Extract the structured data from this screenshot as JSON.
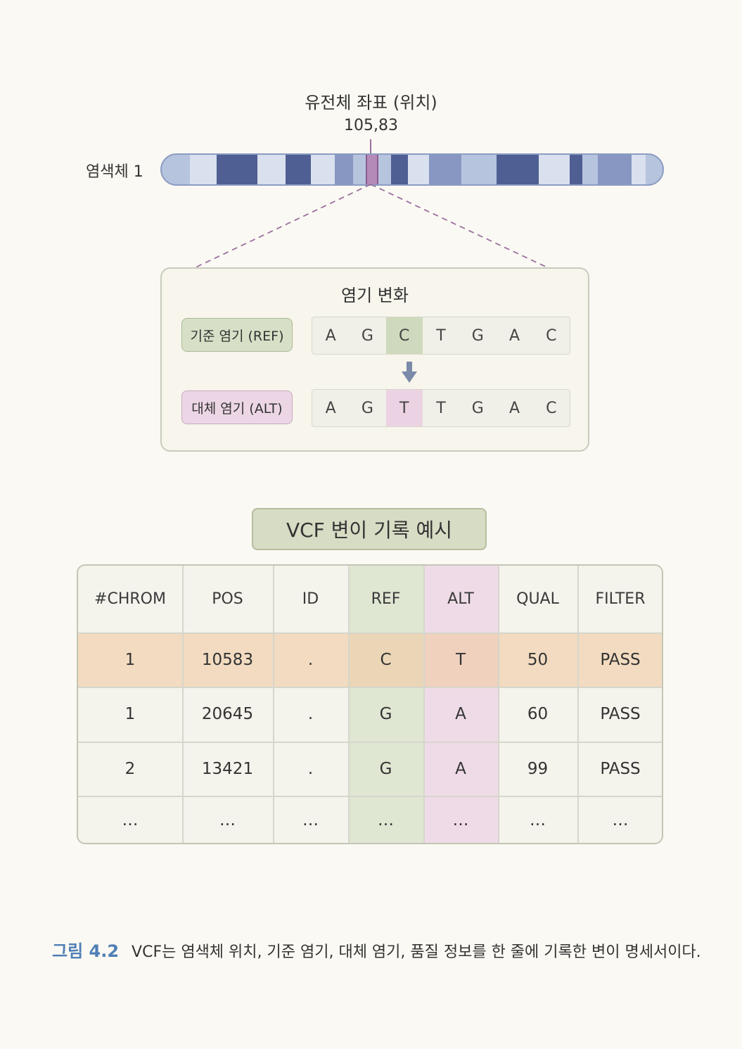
{
  "coordinate": {
    "title": "유전체 좌표 (위치)",
    "value": "105,83"
  },
  "chromosome": {
    "label": "염색체 1"
  },
  "variant": {
    "title": "염기 변화",
    "ref_label": "기준 염기 (REF)",
    "alt_label": "대체 염기 (ALT)",
    "ref_bases": [
      "A",
      "G",
      "C",
      "T",
      "G",
      "A",
      "C"
    ],
    "alt_bases": [
      "A",
      "G",
      "T",
      "T",
      "G",
      "A",
      "C"
    ],
    "changed_index": 2,
    "colors": {
      "ref": "#d7e0c7",
      "alt": "#ecd6e5",
      "chromosome_highlight": "#b48ab8"
    }
  },
  "table": {
    "title": "VCF 변이 기록 예시",
    "headers": [
      "#CHROM",
      "POS",
      "ID",
      "REF",
      "ALT",
      "QUAL",
      "FILTER"
    ],
    "rows": [
      [
        "1",
        "10583",
        ".",
        "C",
        "T",
        "50",
        "PASS"
      ],
      [
        "1",
        "20645",
        ".",
        "G",
        "A",
        "60",
        "PASS"
      ],
      [
        "2",
        "13421",
        ".",
        "G",
        "A",
        "99",
        "PASS"
      ],
      [
        "…",
        "…",
        "…",
        "…",
        "…",
        "…",
        "…"
      ]
    ],
    "highlighted_row": 0,
    "colors": {
      "ref_column": "#dfe6d2",
      "alt_column": "#efdbe7",
      "highlight_row": "#f0cca4"
    }
  },
  "caption": {
    "figure": "그림 4.2",
    "text": "VCF는 염색체 위치, 기준 염기, 대체 염기, 품질 정보를 한 줄에 기록한 변이 명세서이다."
  }
}
